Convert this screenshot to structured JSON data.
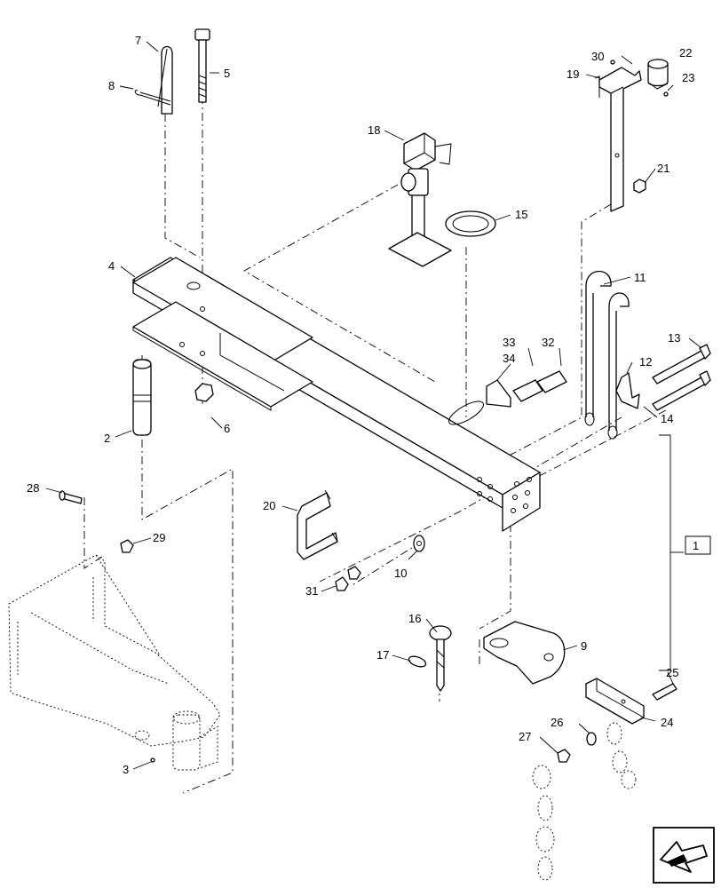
{
  "callouts": [
    {
      "label": "1"
    },
    {
      "label": "2"
    },
    {
      "label": "3"
    },
    {
      "label": "4"
    },
    {
      "label": "5"
    },
    {
      "label": "6"
    },
    {
      "label": "7"
    },
    {
      "label": "8"
    },
    {
      "label": "9"
    },
    {
      "label": "10"
    },
    {
      "label": "11"
    },
    {
      "label": "12"
    },
    {
      "label": "13"
    },
    {
      "label": "14"
    },
    {
      "label": "15"
    },
    {
      "label": "16"
    },
    {
      "label": "17"
    },
    {
      "label": "18"
    },
    {
      "label": "19"
    },
    {
      "label": "20"
    },
    {
      "label": "21"
    },
    {
      "label": "22"
    },
    {
      "label": "23"
    },
    {
      "label": "24"
    },
    {
      "label": "25"
    },
    {
      "label": "26"
    },
    {
      "label": "27"
    },
    {
      "label": "28"
    },
    {
      "label": "29"
    },
    {
      "label": "30"
    },
    {
      "label": "31"
    },
    {
      "label": "32"
    },
    {
      "label": "33"
    },
    {
      "label": "34"
    }
  ],
  "orientation_icon": "direction-arrow-icon"
}
